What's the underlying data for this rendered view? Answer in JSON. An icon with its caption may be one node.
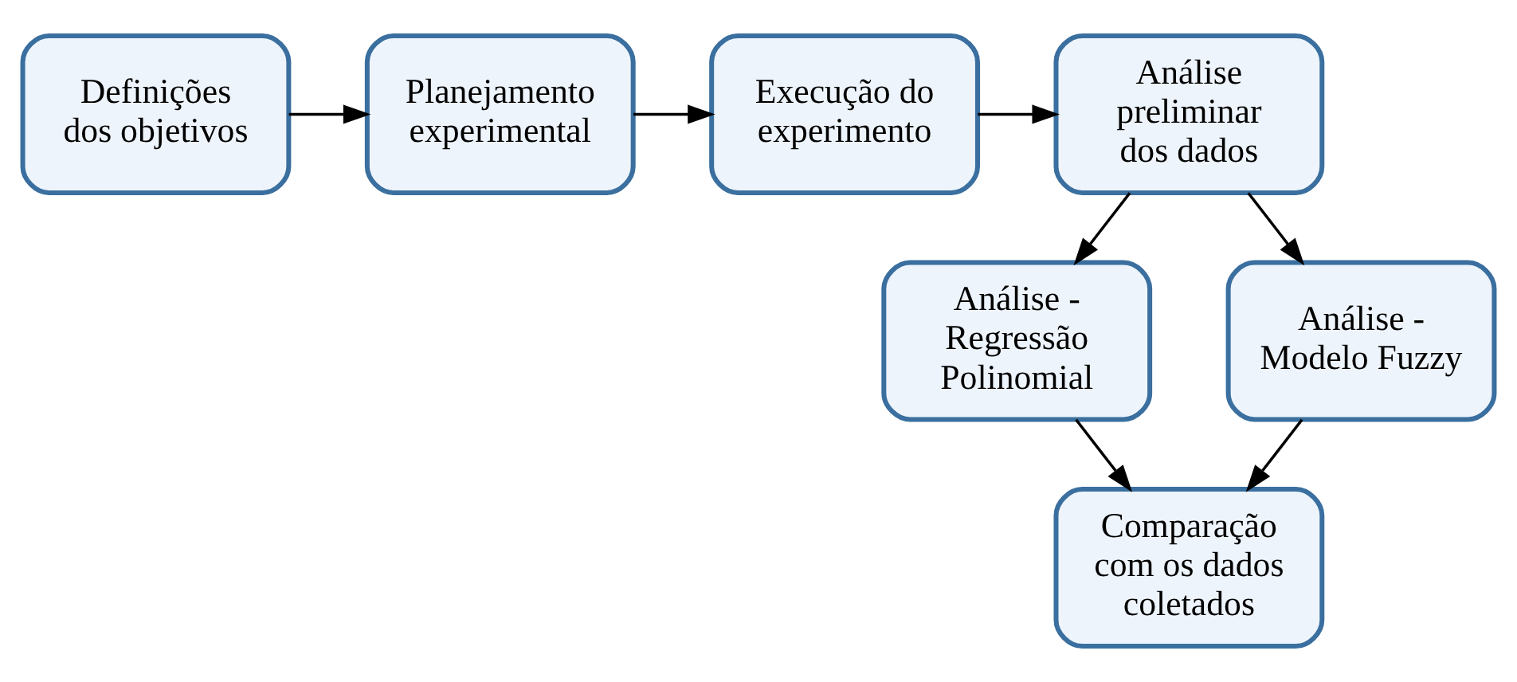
{
  "diagram": {
    "nodes": [
      {
        "text": [
          "Definições dos objetivos"
        ]
      },
      {
        "text": [
          "Planejamento experimental"
        ]
      },
      {
        "text": [
          "Execução do experimento"
        ]
      },
      {
        "text": [
          "Análise preliminar dos dados"
        ]
      },
      {
        "text": [
          "Análise - Regressão Polinomial"
        ]
      },
      {
        "text": [
          "Análise - Modelo Fuzzy"
        ]
      },
      {
        "text": [
          "Comparação com os dados coletados"
        ]
      }
    ],
    "edges": [
      {
        "from": 0,
        "to": 1,
        "arrow": "to"
      },
      {
        "from": 1,
        "to": 2,
        "arrow": "to"
      },
      {
        "from": 2,
        "to": 3,
        "arrow": "to"
      },
      {
        "from": 3,
        "to": 4,
        "arrow": "to"
      },
      {
        "from": 3,
        "to": 5,
        "arrow": "to"
      },
      {
        "from": 4,
        "to": 6,
        "arrow": "to"
      },
      {
        "from": 5,
        "to": 6,
        "arrow": "to"
      }
    ]
  }
}
